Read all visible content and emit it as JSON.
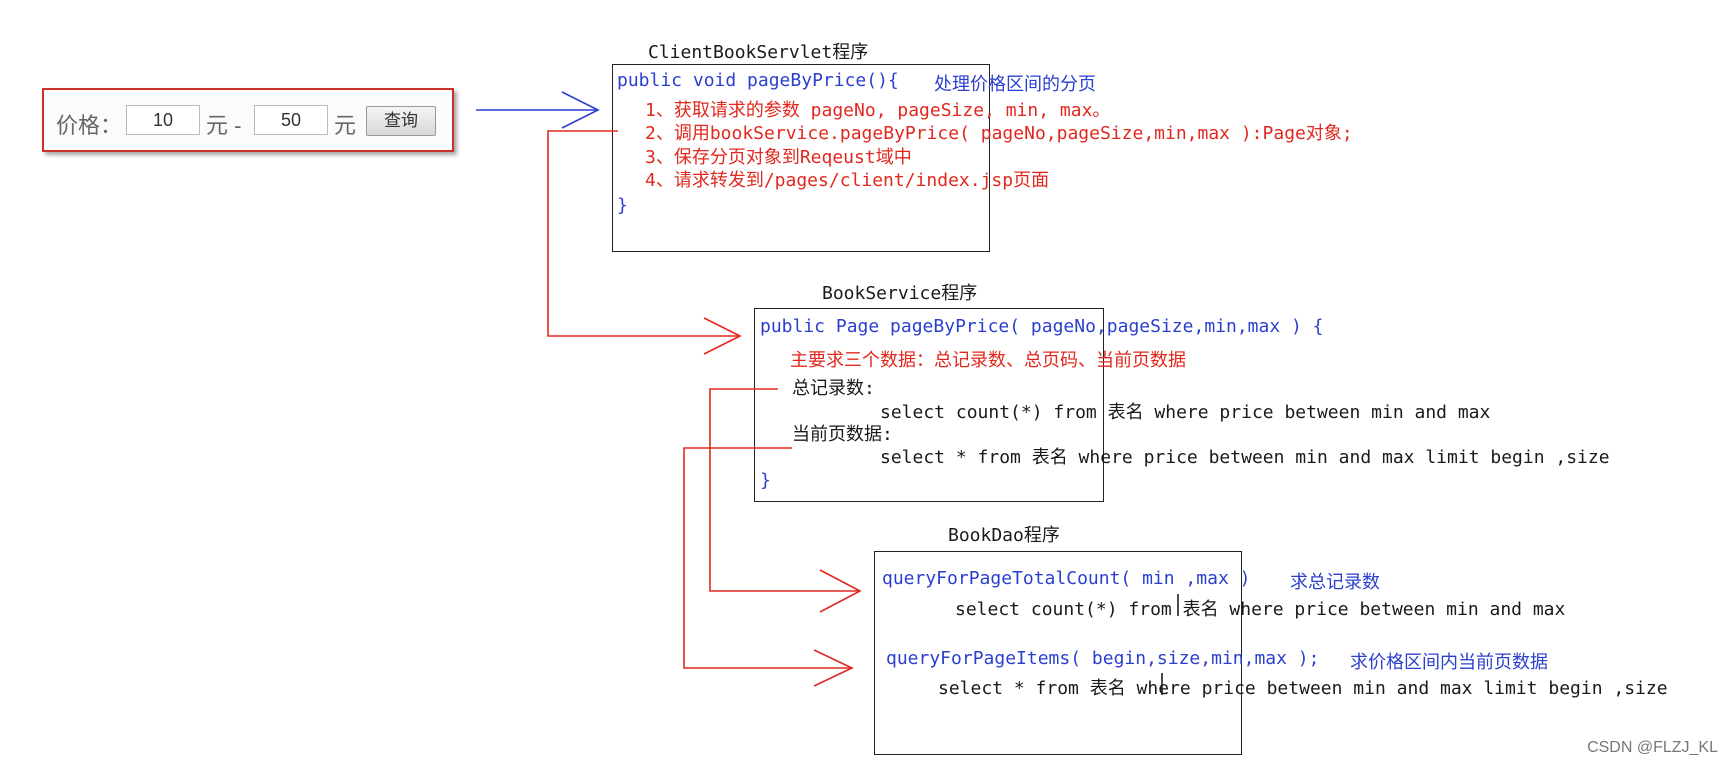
{
  "search": {
    "label": "价格：",
    "min_value": "10",
    "unit1": "元 -",
    "max_value": "50",
    "unit2": "元",
    "button": "查询"
  },
  "servlet": {
    "title": "ClientBookServlet程序",
    "sig": "public void pageByPrice(){",
    "comment": "处理价格区间的分页",
    "step1": "1、获取请求的参数 pageNo, pageSize, min, max。",
    "step2": "2、调用bookService.pageByPrice( pageNo,pageSize,min,max ):Page对象;",
    "step3": "3、保存分页对象到Reqeust域中",
    "step4": "4、请求转发到/pages/client/index.jsp页面",
    "close": "}"
  },
  "service": {
    "title": "BookService程序",
    "sig": "public Page pageByPrice( pageNo,pageSize,min,max ) {",
    "note": "主要求三个数据：总记录数、总页码、当前页数据",
    "total_label": "总记录数:",
    "total_sql": "select count(*) from 表名 where price between min and max",
    "items_label": "当前页数据:",
    "items_sql": "select * from 表名 where price between min and max limit begin ,size",
    "close": "}"
  },
  "dao": {
    "title": "BookDao程序",
    "count_sig": "queryForPageTotalCount( min ,max )",
    "count_comment": "求总记录数",
    "count_sql": "select count(*) from 表名 where price between min and max",
    "items_sig": "queryForPageItems( begin,size,min,max );",
    "items_comment": "求价格区间内当前页数据",
    "items_sql": "select * from 表名 where price between min and max limit begin ,size"
  },
  "watermark": "CSDN @FLZJ_KL",
  "colors": {
    "blue": "#2b3fcf",
    "red": "#e2281e",
    "widget_border": "#c9302c"
  }
}
